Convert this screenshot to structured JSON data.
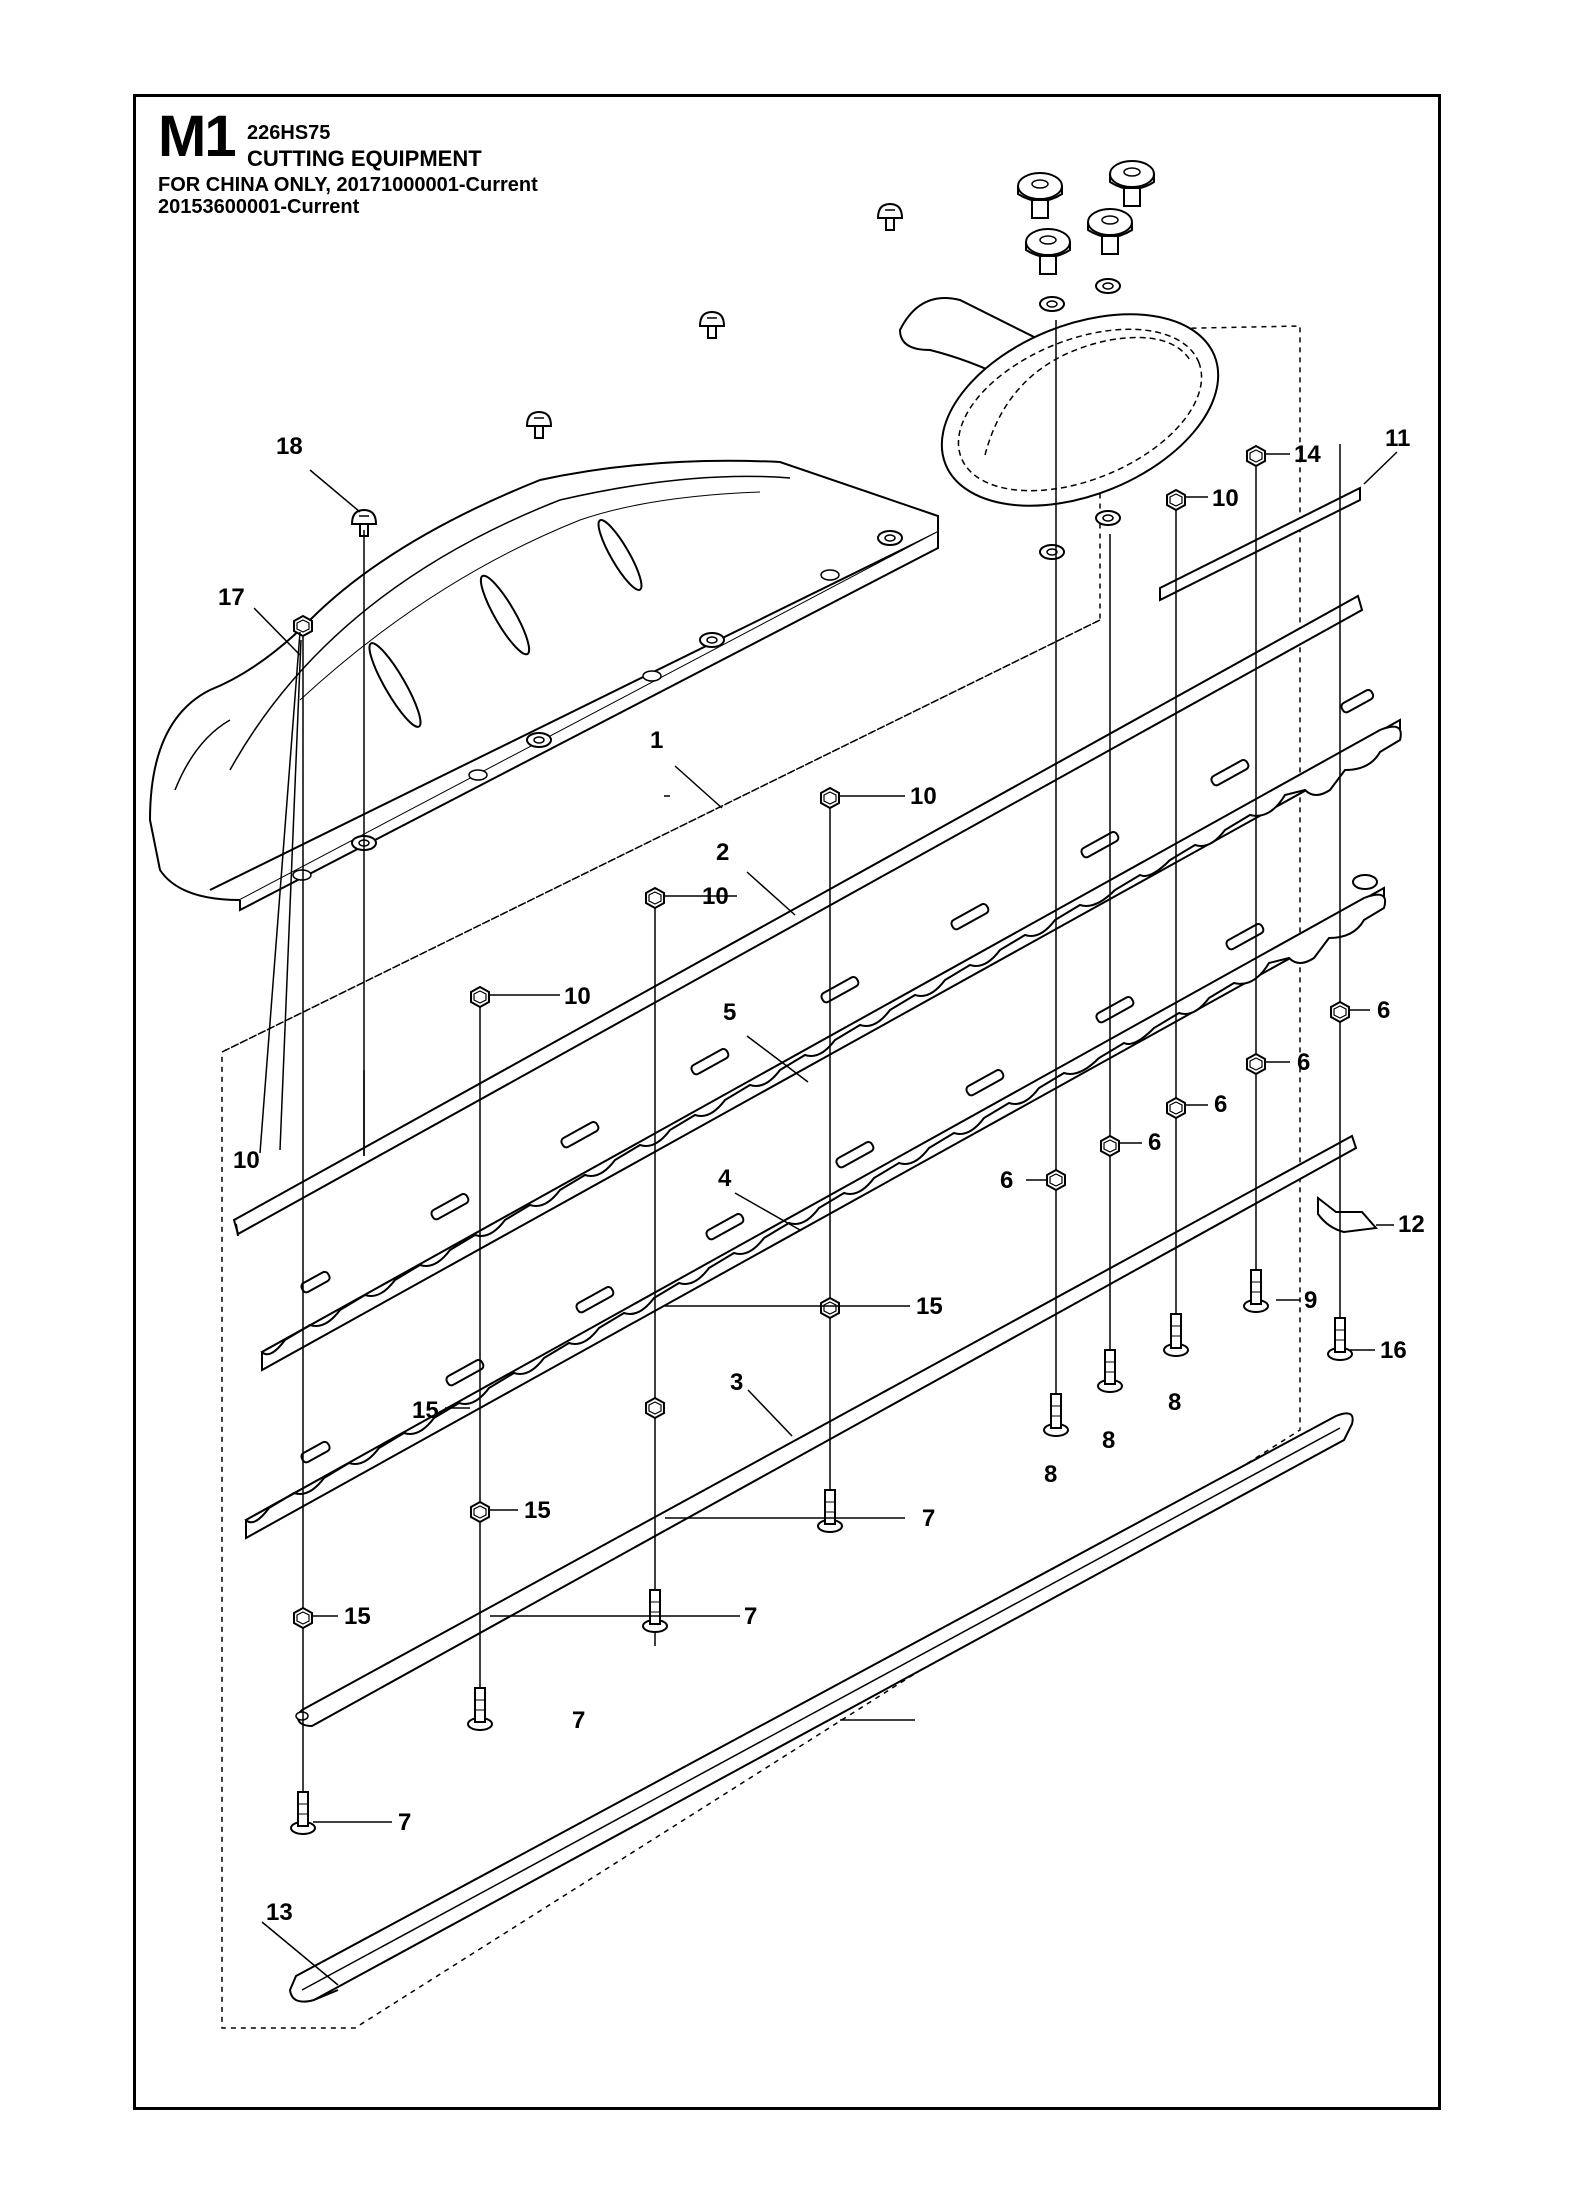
{
  "header": {
    "section_code": "M1",
    "model": "226HS75",
    "title": "CUTTING EQUIPMENT",
    "line1": "FOR CHINA ONLY, 20171000001-Current",
    "line2": "20153600001-Current"
  },
  "callouts": [
    {
      "n": "1"
    },
    {
      "n": "2"
    },
    {
      "n": "3"
    },
    {
      "n": "4"
    },
    {
      "n": "5"
    },
    {
      "n": "6"
    },
    {
      "n": "6"
    },
    {
      "n": "6"
    },
    {
      "n": "6"
    },
    {
      "n": "6"
    },
    {
      "n": "7"
    },
    {
      "n": "7"
    },
    {
      "n": "7"
    },
    {
      "n": "7"
    },
    {
      "n": "8"
    },
    {
      "n": "8"
    },
    {
      "n": "8"
    },
    {
      "n": "9"
    },
    {
      "n": "10"
    },
    {
      "n": "10"
    },
    {
      "n": "10"
    },
    {
      "n": "10"
    },
    {
      "n": "10"
    },
    {
      "n": "11"
    },
    {
      "n": "12"
    },
    {
      "n": "13"
    },
    {
      "n": "14"
    },
    {
      "n": "15"
    },
    {
      "n": "15"
    },
    {
      "n": "15"
    },
    {
      "n": "15"
    },
    {
      "n": "16"
    },
    {
      "n": "17"
    },
    {
      "n": "18"
    }
  ]
}
